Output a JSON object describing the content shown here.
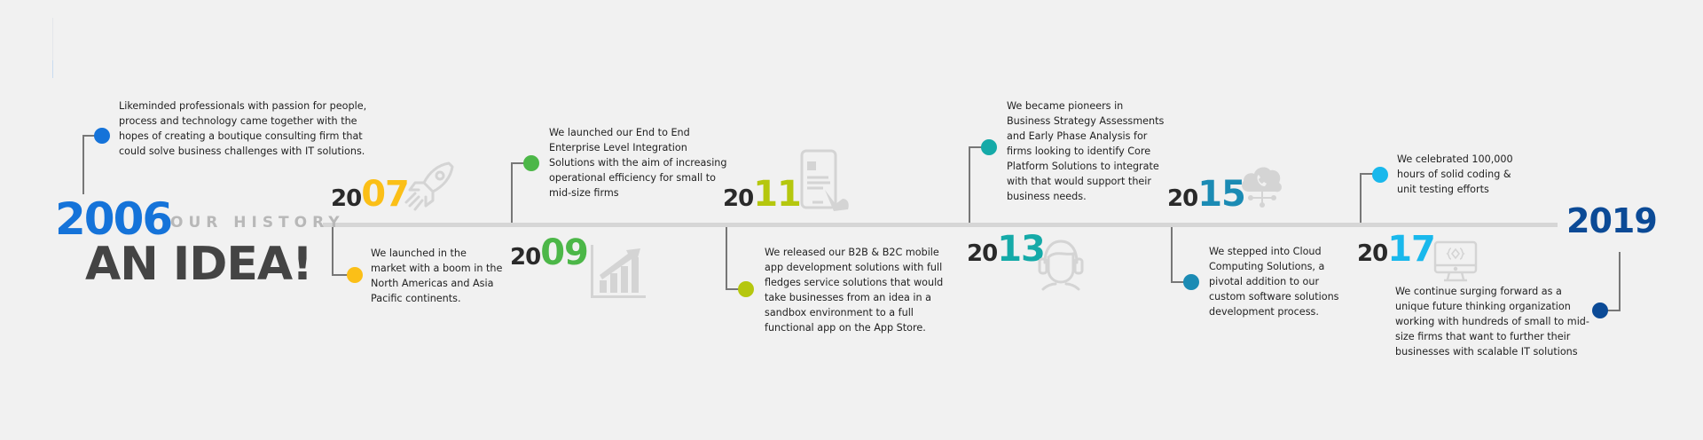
{
  "header": {
    "start_year": "2006",
    "section_label": "OUR HISTORY",
    "headline": "AN IDEA!",
    "end_year": "2019"
  },
  "colors": {
    "background": "#f1f1f1",
    "timeline": "#d6d6d6",
    "connector": "#777777",
    "year_prefix": "#2a2a2a",
    "y2006": "#1573d9",
    "y2007": "#fbbf17",
    "y2009": "#4cb748",
    "y2011": "#b5c70e",
    "y2013": "#15aaa8",
    "y2015": "#1b8bb4",
    "y2017": "#19b8ec",
    "y2019": "#0b4a96",
    "icon_gray": "#d4d4d4"
  },
  "milestones": [
    {
      "year": "2006",
      "icon": "lightbulb-idea",
      "text": "Likeminded professionals with passion for people, process and technology came together with the hopes of creating a boutique consulting firm that could solve business challenges with IT solutions."
    },
    {
      "year": "2007",
      "prefix": "20",
      "suffix": "07",
      "icon": "rocket-icon",
      "text": "We launched in the market with a boom in the North Americas and Asia Pacific continents."
    },
    {
      "year": "2009",
      "prefix": "20",
      "suffix": "09",
      "icon": "growth-chart-icon",
      "text": "We launched our End to End Enterprise Level Integration Solutions with the aim of increasing operational efficiency for small to mid-size firms"
    },
    {
      "year": "2011",
      "prefix": "20",
      "suffix": "11",
      "icon": "mobile-touch-icon",
      "text": "We released our B2B & B2C mobile app development solutions with full fledges service solutions that would take businesses from an idea in a sandbox environment to a full functional app on the App Store."
    },
    {
      "year": "2013",
      "prefix": "20",
      "suffix": "13",
      "icon": "headset-support-icon",
      "text": "We became pioneers in Business Strategy Assessments and Early Phase Analysis for firms looking to identify Core Platform Solutions to integrate with that would support their business needs."
    },
    {
      "year": "2015",
      "prefix": "20",
      "suffix": "15",
      "icon": "cloud-phone-icon",
      "text": "We stepped into Cloud Computing Solutions, a pivotal addition to our custom software solutions development process."
    },
    {
      "year": "2017",
      "prefix": "20",
      "suffix": "17",
      "icon": "monitor-code-icon",
      "text": "We celebrated 100,000 hours of solid coding & unit testing efforts"
    },
    {
      "year": "2019",
      "icon": "none",
      "text": "We continue surging forward as a unique future thinking organization working with hundreds of small to mid-size firms that want to further their businesses with scalable IT solutions"
    }
  ]
}
